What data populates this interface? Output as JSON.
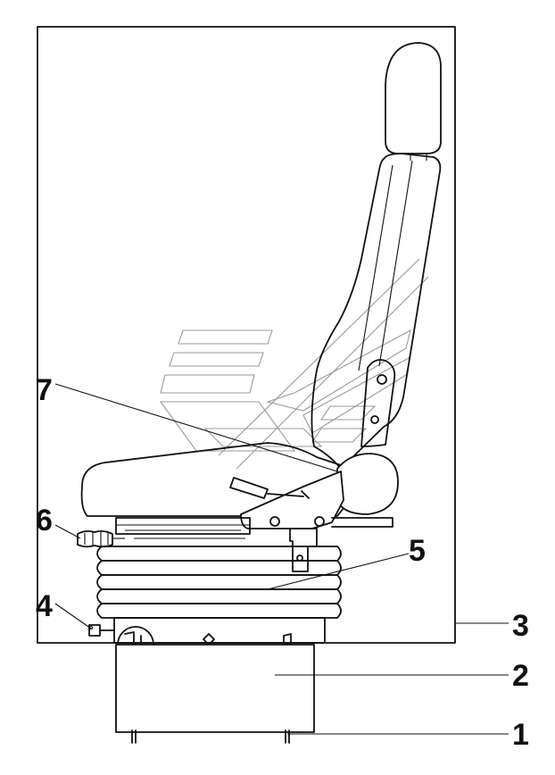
{
  "diagram": {
    "callouts": [
      {
        "id": "1",
        "label": "1"
      },
      {
        "id": "2",
        "label": "2"
      },
      {
        "id": "3",
        "label": "3"
      },
      {
        "id": "4",
        "label": "4"
      },
      {
        "id": "5",
        "label": "5"
      },
      {
        "id": "6",
        "label": "6"
      },
      {
        "id": "7",
        "label": "7"
      }
    ],
    "colors": {
      "line": "#111111",
      "watermark": "#9a9a9a",
      "background": "#ffffff"
    }
  }
}
